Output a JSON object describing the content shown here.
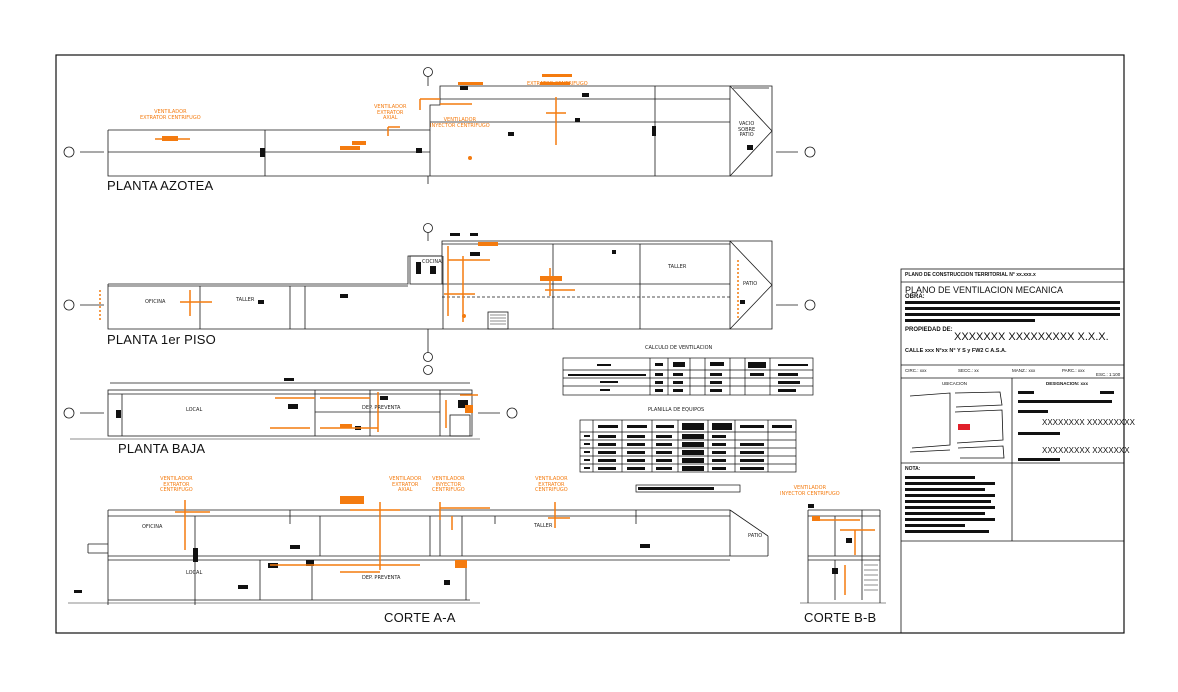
{
  "views": {
    "azotea": "PLANTA AZOTEA",
    "primer_piso": "PLANTA 1er PISO",
    "baja": "PLANTA BAJA",
    "corte_aa": "CORTE A-A",
    "corte_bb": "CORTE B-B"
  },
  "annotations": {
    "vent_extr_centrifugo": "VENTILADOR\nEXTRATOR CENTRIFUGO",
    "vent_extr_axial": "VENTILADOR\nEXTRATOR\nAXIAL",
    "vent_inyector_centrifugo": "VENTILADOR\nINYECTOR CENTRIFUGO",
    "extrator_centrifugo": "EXTRATOR CENTRIFUGO",
    "vacio": "VACIO\nSOBRE\nPATIO",
    "vent_extr_centrifugo_3": "VENTILADOR\nEXTRATOR\nCENTRIFUGO",
    "vent_extr_axial_3": "VENTILADOR\nEXTRATOR\nAXIAL",
    "vent_iny_centrifugo_3": "VENTILADOR\nINYECTOR\nCENTRIFUGO",
    "vent_iny_centrifugo_2": "VENTILADOR\nINYECTOR CENTRIFUGO"
  },
  "rooms": {
    "oficina": "OFICINA",
    "taller": "TALLER",
    "patio": "PATIO",
    "local": "LOCAL",
    "dep": "DEP. PREVENTA",
    "cocina": "COCINA"
  },
  "tables": {
    "calculo_title": "CALCULO DE VENTILACION",
    "planilla_title": "PLANILLA DE EQUIPOS"
  },
  "title_block": {
    "header": "PLANO DE CONSTRUCCION TERRITORIAL N° xx.xxx.x",
    "title": "PLANO DE VENTILACION MECANICA",
    "obra_label": "OBRA:",
    "propietario_label": "PROPIEDAD DE:",
    "propietario_value": "XXXXXXX XXXXXXXXX X.X.X.",
    "calle": "CALLE xxx N°xx  N° Y S y FW2 C A.S.A.",
    "ubicacion": "UBICACION",
    "escala": "ESC.: 1:100",
    "nota": "NOTA:",
    "firma1": "XXXXXXXX XXXXXXXXX",
    "firma2": "XXXXXXXXX XXXXXXX",
    "row_labels": [
      "CIRC.: xxx",
      "SECC.: xx",
      "MANZ.: xxx",
      "PARC.: xxx"
    ],
    "designacion": "DESIGNACION: xxx"
  },
  "colors": {
    "duct": "#f47b0f",
    "line": "#1a1a1a",
    "accent_red": "#e0202a"
  }
}
